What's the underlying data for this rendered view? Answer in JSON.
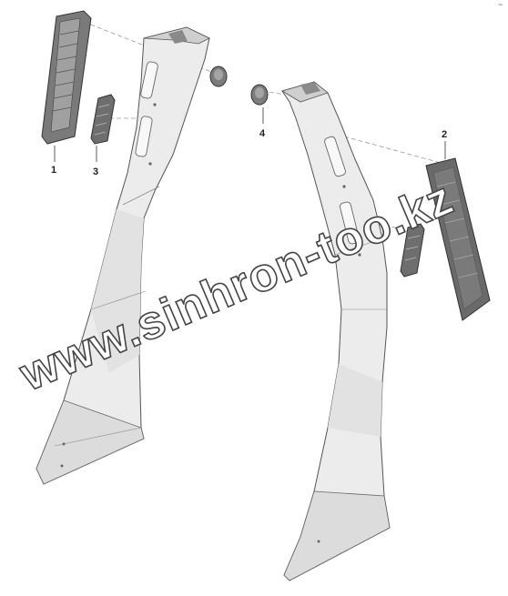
{
  "diagram": {
    "callouts": [
      {
        "id": "1",
        "label": "1"
      },
      {
        "id": "2",
        "label": "2"
      },
      {
        "id": "3",
        "label": "3"
      },
      {
        "id": "4",
        "label": "4"
      }
    ],
    "watermark": "www.sinhron-too.kz",
    "corner_mark": "~",
    "colors": {
      "panel_fill": "#ececec",
      "panel_shade": "#dcdcdc",
      "panel_stroke": "#555555",
      "dark_part": "#6e6e6e",
      "grille": "#9a9a9a"
    }
  }
}
